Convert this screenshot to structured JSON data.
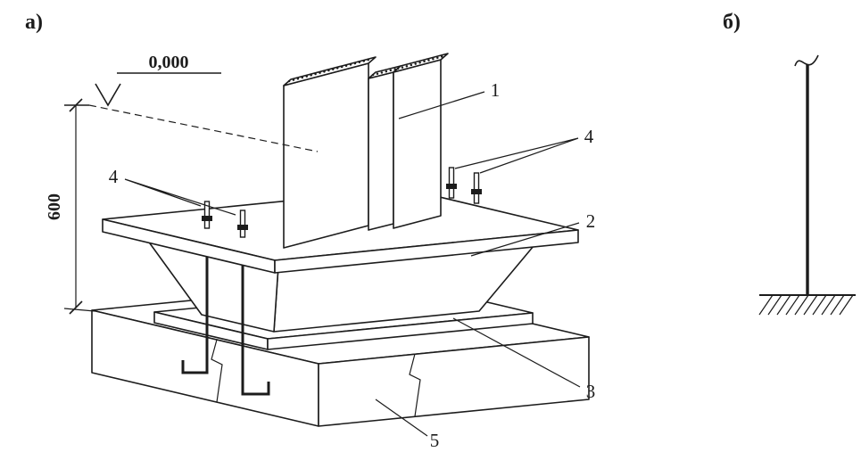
{
  "diagram": {
    "part_a_label": "а)",
    "part_b_label": "б)",
    "elevation_mark": "0,000",
    "vertical_dimension": "600",
    "callout_column": "1",
    "callout_shoe": "2",
    "callout_plate": "3",
    "callout_bolts_left": "4",
    "callout_bolts_right": "4",
    "callout_foundation": "5",
    "line_color": "#1c1c1c",
    "background_color": "#ffffff"
  }
}
